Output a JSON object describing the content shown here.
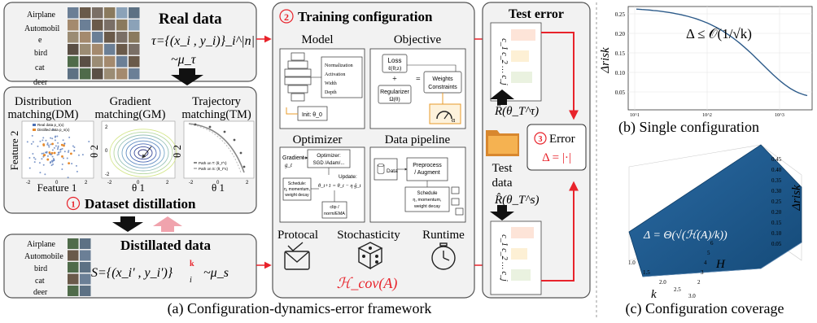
{
  "real_data": {
    "title": "Real data",
    "formula": "τ={(x_i , y_i)}_i^|n|",
    "dist": "~μ_τ",
    "labels": [
      "Airplane",
      "Automobil",
      "e",
      "bird",
      "cat",
      "deer"
    ]
  },
  "dd": {
    "title": "Dataset distillation",
    "number": "①",
    "dm": {
      "title_l1": "Distribution",
      "title_l2": "matching(DM)",
      "ylabel": "Feature 2",
      "xlabel": "Feature 1",
      "legend": [
        "Real data p_τ(x)",
        "Distilled data p_s(x)"
      ],
      "xticks": [
        "-2",
        "0",
        "2"
      ]
    },
    "gm": {
      "title_l1": "Gradient",
      "title_l2": "matching(GM)",
      "ylabel": "θ 2",
      "xlabel": "θ 1",
      "xticks": [
        "-2",
        "0",
        "2"
      ],
      "yticks": [
        "2",
        "0",
        "-2"
      ]
    },
    "tm": {
      "title_l1": "Trajectory",
      "title_l2": "matching(TM)",
      "ylabel": "θ 2",
      "xlabel": "θ 1",
      "legend": [
        "Path on T: {θ_t^τ}",
        "Path on S: {θ_t^s}"
      ],
      "xticks": [
        "-2",
        "0",
        "2"
      ]
    }
  },
  "distilled": {
    "title": "Distillated data",
    "formula_pre": "S={(x_i' , y_i')}",
    "sub": "i",
    "sup": "k",
    "dist": "~μ_s",
    "labels": [
      "Airplane",
      "Automobile",
      "bird",
      "cat",
      "deer"
    ]
  },
  "training": {
    "number": "②",
    "title": "Training configuration",
    "model": {
      "title": "Model",
      "init": "Init: θ_0",
      "props": [
        "Normalization",
        "Activation",
        "Width",
        "Depth"
      ]
    },
    "objective": {
      "title": "Objective",
      "loss_l1": "Loss",
      "loss_l2": "ℓ(θ;z)",
      "plus": "+",
      "reg_l1": "Regularizer",
      "reg_l2": "Ω(θ)",
      "eq": "=",
      "weights_l1": "Weights",
      "weights_l2": "Constraints",
      "alpha": "α"
    },
    "optimizer": {
      "title": "Optimizer",
      "gradient": "Gradient",
      "g_t": "g_t",
      "opt_l1": "Optimizer:",
      "opt_l2": "SGD /Adam/...",
      "sched_l1": "Schedule:",
      "sched_l2": "η, momentum,",
      "sched_l3": "weight decay",
      "update_l1": "Update:",
      "update_l2": "θ_t+1 = θ_t − η ĝ_t",
      "clip_l1": "clip /",
      "clip_l2": "norm/EMA"
    },
    "pipeline": {
      "title": "Data pipeline",
      "data": "Data",
      "prep_l1": "Preprocess",
      "prep_l2": "/ Augment",
      "sched_l1": "Schedule",
      "sched_l2": "η, momentum,",
      "sched_l3": "weight decay"
    },
    "bottom_labels": [
      "Protocal",
      "Stochasticity",
      "Runtime"
    ],
    "hcov": "ℋ_cov(A)"
  },
  "test_error": {
    "title": "Test error",
    "class_labels": "c_1 c_2 … c_j",
    "r_tau": "R̂(θ_T^τ)",
    "r_s": "R̂(θ_T^s)",
    "test_data_l1": "Test",
    "test_data_l2": "data",
    "error_number": "③",
    "error_label": "Error",
    "delta": "Δ = |·|"
  },
  "single_config": {
    "caption": "(b) Single configuration",
    "ylabel": "Δrisk",
    "formula": "Δ ≤ 𝒪(1/√k)",
    "yticks": [
      "0.25",
      "0.20",
      "0.15",
      "0.10",
      "0.05"
    ],
    "xticks": [
      "10^1",
      "10^2",
      "10^3"
    ]
  },
  "coverage": {
    "caption": "(c) Configuration coverage",
    "formula": "Δ = Θ(√(ℋ(A)/k))",
    "zlabel": "Δrisk",
    "xlabel": "k",
    "ylabel": "H",
    "zticks": [
      "0.45",
      "0.40",
      "0.35",
      "0.30",
      "0.25",
      "0.20",
      "0.15",
      "0.10",
      "0.05"
    ],
    "xticks": [
      "1.0",
      "1.5",
      "2.0",
      "2.5",
      "3.0"
    ],
    "yticks": [
      "6",
      "5",
      "4",
      "3",
      "2"
    ]
  },
  "main_caption": "(a) Configuration-dynamics-error framework",
  "colors": {
    "red": "#e8232b",
    "panel_bg": "#f2f2f2",
    "panel_border": "#555555",
    "blue": "#2d5b8a",
    "surface": "#1f5f96",
    "pink": "#f0a3ad"
  }
}
